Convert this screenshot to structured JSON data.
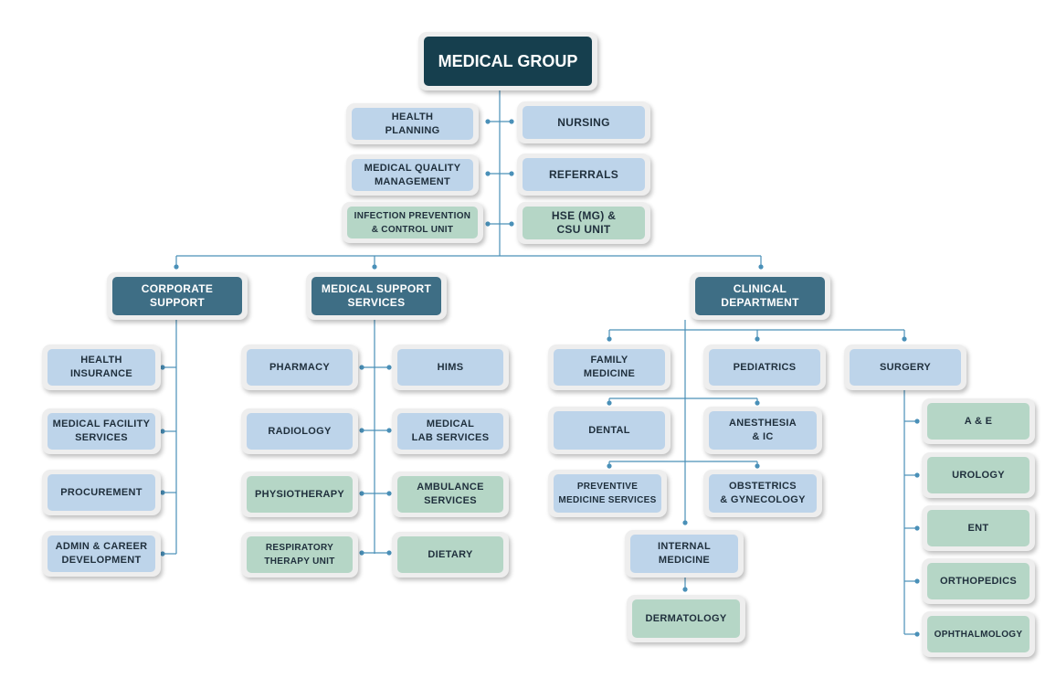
{
  "colors": {
    "root": "#163f4e",
    "section_header": "#3e6e85",
    "blue_box": "#bdd4ea",
    "green_box": "#b5d6c6",
    "connector": "#4a90b8"
  },
  "root": {
    "label": "MEDICAL GROUP"
  },
  "top_units": {
    "left": [
      "HEALTH\nPLANNING",
      "MEDICAL QUALITY\nMANAGEMENT",
      "INFECTION PREVENTION\n& CONTROL UNIT"
    ],
    "right": [
      "NURSING",
      "REFERRALS",
      "HSE (MG) &\nCSU UNIT"
    ]
  },
  "sections": {
    "corporate": {
      "label": "CORPORATE\nSUPPORT",
      "items": [
        "HEALTH\nINSURANCE",
        "MEDICAL FACILITY\nSERVICES",
        "PROCUREMENT",
        "ADMIN & CAREER\nDEVELOPMENT"
      ]
    },
    "medical_support": {
      "label": "MEDICAL SUPPORT\nSERVICES",
      "left": [
        "PHARMACY",
        "RADIOLOGY",
        "PHYSIOTHERAPY",
        "RESPIRATORY\nTHERAPY UNIT"
      ],
      "right": [
        "HIMS",
        "MEDICAL\nLAB SERVICES",
        "AMBULANCE\nSERVICES",
        "DIETARY"
      ]
    },
    "clinical": {
      "label": "CLINICAL\nDEPARTMENT",
      "top_row": [
        "FAMILY\nMEDICINE",
        "PEDIATRICS",
        "SURGERY"
      ],
      "row2": [
        "DENTAL",
        "ANESTHESIA\n& IC"
      ],
      "row3": [
        "PREVENTIVE\nMEDICINE SERVICES",
        "OBSTETRICS\n& GYNECOLOGY"
      ],
      "internal_medicine": "INTERNAL\nMEDICINE",
      "dermatology": "DERMATOLOGY",
      "surgery_items": [
        "A & E",
        "UROLOGY",
        "ENT",
        "ORTHOPEDICS",
        "OPHTHALMOLOGY"
      ]
    }
  }
}
